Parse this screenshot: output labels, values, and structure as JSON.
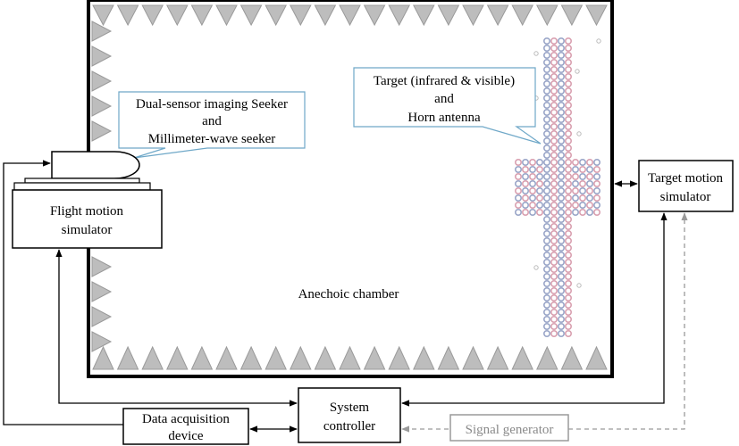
{
  "labels": {
    "seeker_line1": "Dual-sensor imaging Seeker",
    "seeker_line2": "and",
    "seeker_line3": "Millimeter-wave seeker",
    "target_line1": "Target (infrared & visible)",
    "target_line2": "and",
    "target_line3": "Horn antenna",
    "flight_line1": "Flight motion",
    "flight_line2": "simulator",
    "chamber": "Anechoic chamber",
    "tms_line1": "Target motion",
    "tms_line2": "simulator",
    "sysctl_line1": "System",
    "sysctl_line2": "controller",
    "daq_line1": "Data acquisition",
    "daq_line2": "device",
    "siggen": "Signal generator"
  },
  "colors": {
    "absorber_fill": "#bdbdbd",
    "absorber_stroke": "#9a9a9a",
    "target_red": "#d9a0b0",
    "target_blue": "#9aa6c8",
    "callout_border": "#6fa8c8",
    "signal_gray": "#9a9a9a"
  }
}
